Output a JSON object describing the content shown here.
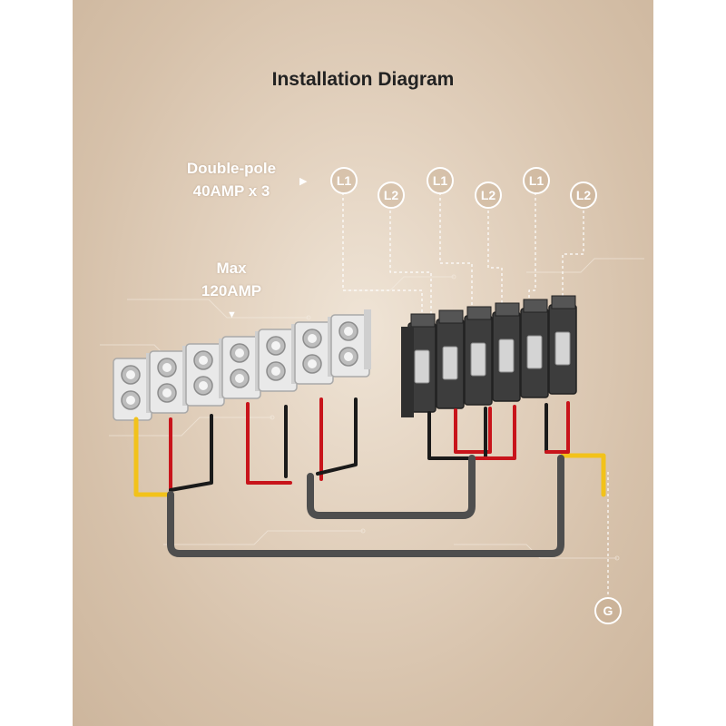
{
  "title": "Installation Diagram",
  "breaker_note": {
    "line1": "Double-pole",
    "line2": "40AMP x 3"
  },
  "bus_note": {
    "line1": "Max",
    "line2": "120AMP"
  },
  "terminals": [
    "L1",
    "L2",
    "L1",
    "L2",
    "L1",
    "L2"
  ],
  "ground": "G",
  "colors": {
    "hot_black": "#1a1a1a",
    "hot_red": "#c8141b",
    "ground_yellow": "#f2c21a",
    "bus_gray": "#4e4e4e"
  }
}
